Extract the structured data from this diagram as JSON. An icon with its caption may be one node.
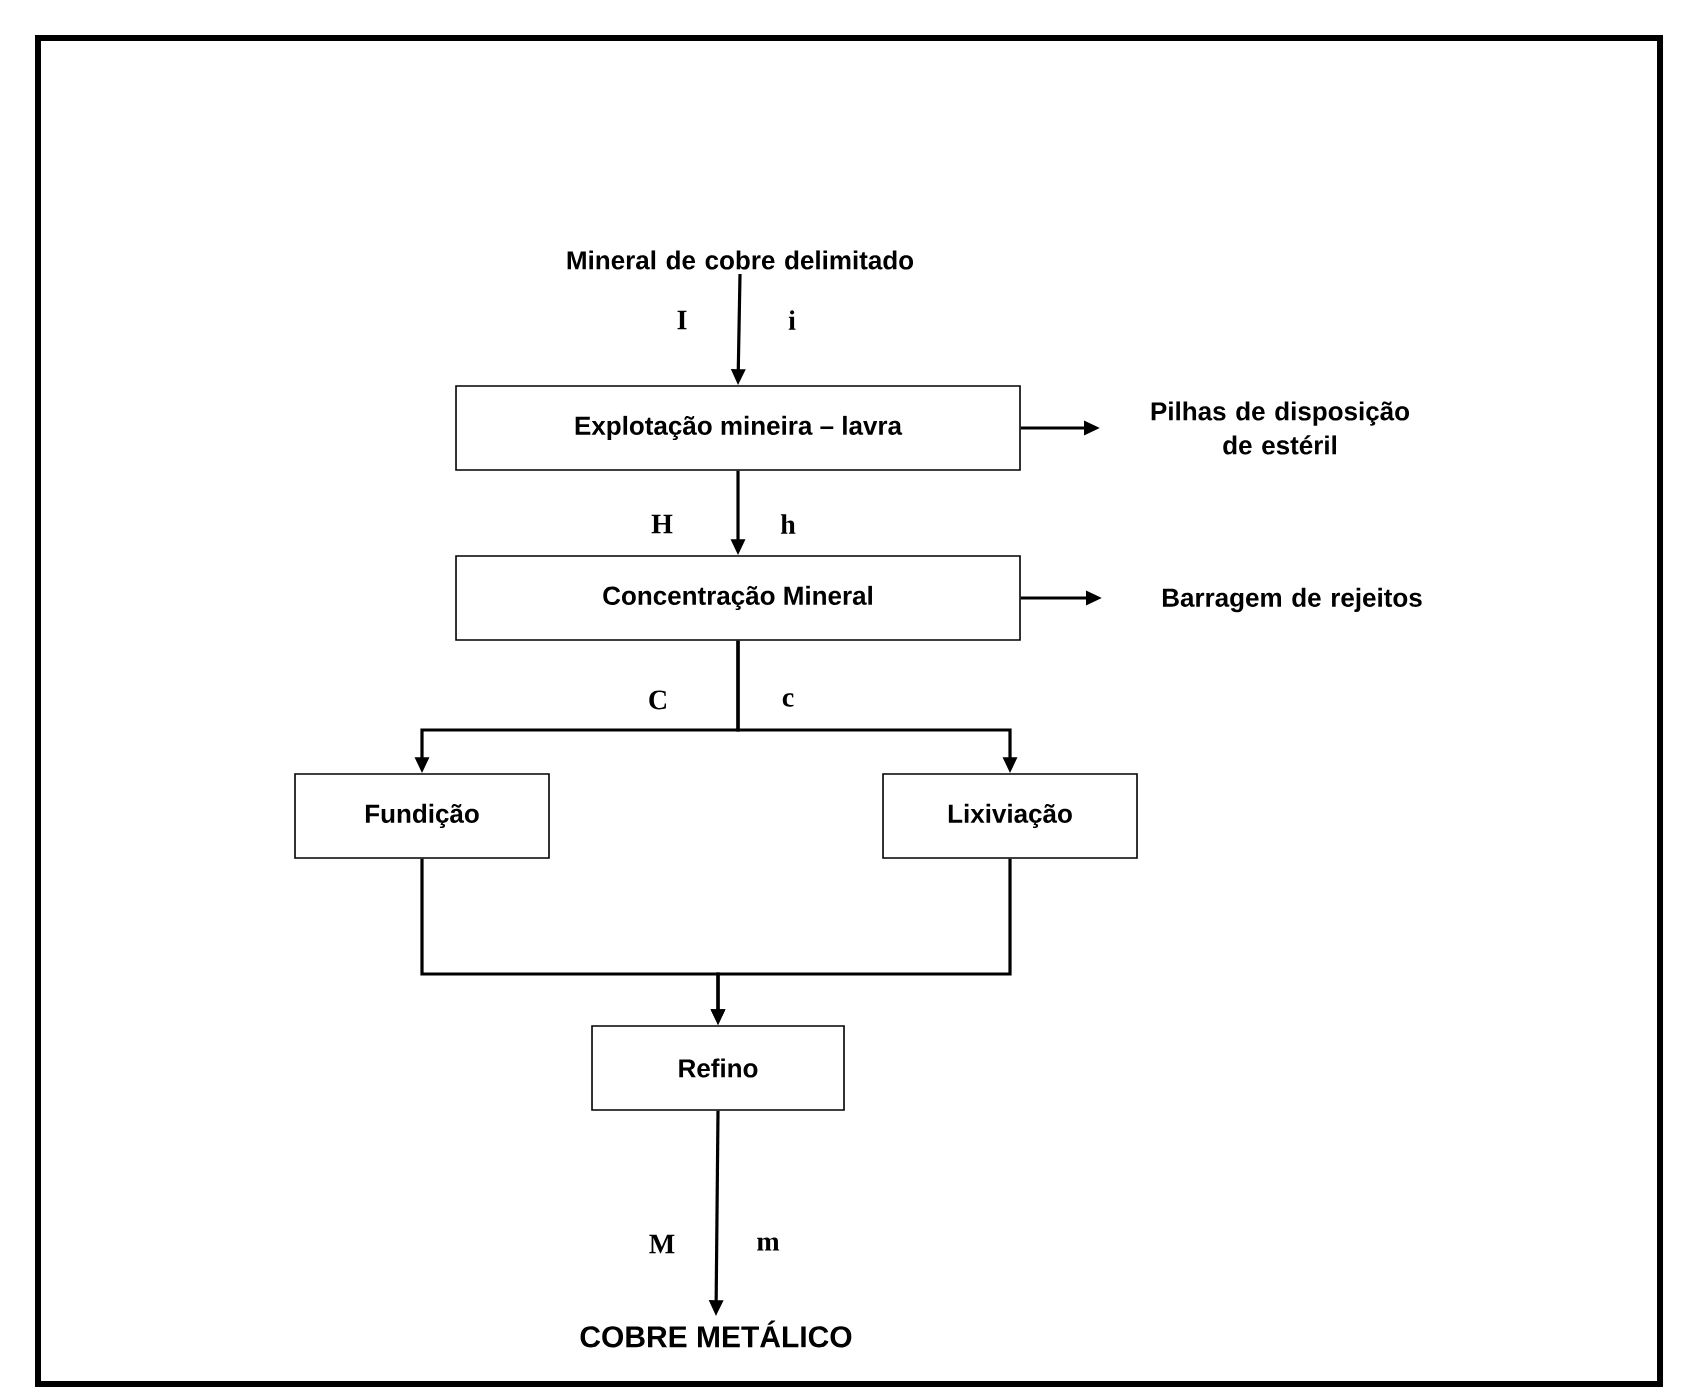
{
  "diagram": {
    "nodes": [
      {
        "text": [
          "Mineral de cobre delimitado"
        ]
      },
      {
        "text": [
          "Explotação mineira – lavra"
        ]
      },
      {
        "text": [
          "Pilhas de disposição de estéril"
        ]
      },
      {
        "text": [
          "Concentração Mineral"
        ]
      },
      {
        "text": [
          "Barragem de rejeitos"
        ]
      },
      {
        "text": [
          "Fundição"
        ]
      },
      {
        "text": [
          "Lixiviação"
        ]
      },
      {
        "text": [
          "Refino"
        ]
      },
      {
        "text": [
          "COBRE METÁLICO"
        ]
      }
    ],
    "edges": [
      {
        "from": 0,
        "to": 1,
        "arrow": "to"
      },
      {
        "from": 1,
        "to": 2,
        "arrow": "to"
      },
      {
        "from": 1,
        "to": 3,
        "arrow": "to"
      },
      {
        "from": 3,
        "to": 4,
        "arrow": "to"
      },
      {
        "from": 3,
        "to": 5,
        "arrow": "to"
      },
      {
        "from": 3,
        "to": 6,
        "arrow": "to"
      },
      {
        "from": 5,
        "to": 7,
        "arrow": "to"
      },
      {
        "from": 6,
        "to": 7,
        "arrow": "to"
      },
      {
        "from": 7,
        "to": 8,
        "arrow": "to"
      }
    ],
    "labels": [
      "I",
      "i",
      "H",
      "h",
      "C",
      "c",
      "M",
      "m"
    ]
  }
}
